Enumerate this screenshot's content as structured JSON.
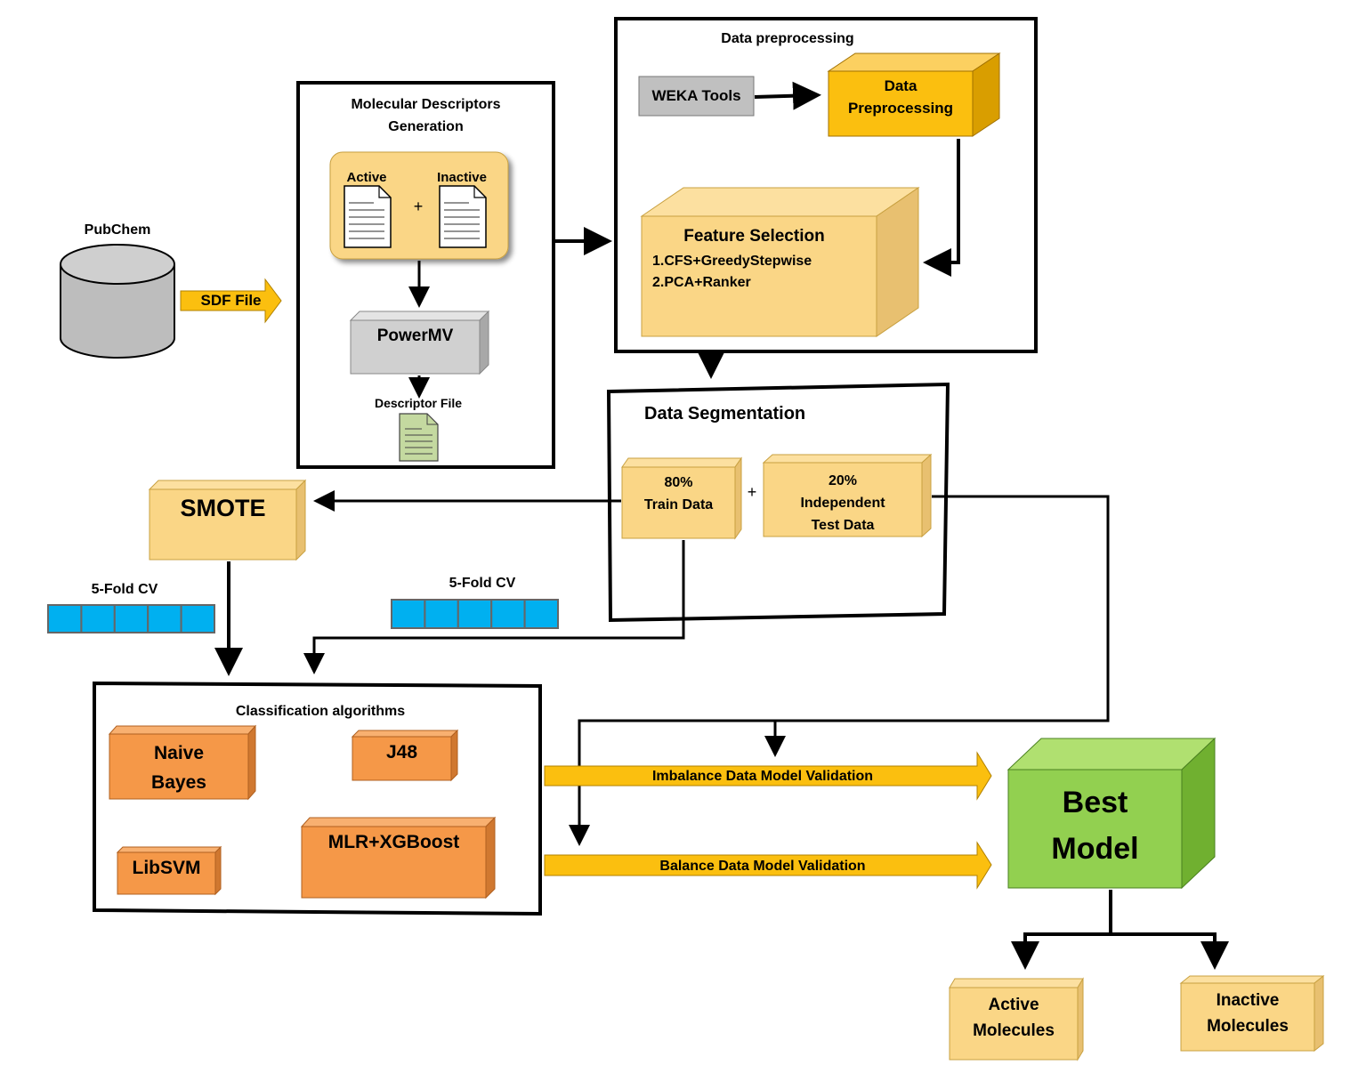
{
  "pubchem": {
    "label": "PubChem",
    "arrow_label": "SDF File"
  },
  "descriptors": {
    "title": "Molecular Descriptors\nGeneration",
    "active_label": "Active",
    "plus": "+",
    "inactive_label": "Inactive",
    "powermv_label": "PowerMV",
    "descriptor_file_label": "Descriptor File"
  },
  "preprocessing": {
    "title": "Data preprocessing",
    "weka_label": "WEKA Tools",
    "data_preprocessing_label": "Data\nPreprocessing",
    "feature_selection_title": "Feature Selection",
    "feature_selection_items": [
      "1.CFS+GreedyStepwise",
      "2.PCA+Ranker"
    ]
  },
  "segmentation": {
    "title": "Data Segmentation",
    "train_label": "80%\nTrain Data",
    "plus": "+",
    "test_label": "20%\nIndependent\nTest Data"
  },
  "smote": {
    "label": "SMOTE"
  },
  "cv": {
    "left_label": "5-Fold  CV",
    "right_label": "5-Fold  CV",
    "folds": 5
  },
  "classification": {
    "title": "Classification  algorithms",
    "naive_bayes": "Naive\nBayes",
    "j48": "J48",
    "libsvm": "LibSVM",
    "mlr_xgboost": "MLR+XGBoost"
  },
  "validation": {
    "imbalance_label": "Imbalance Data Model Validation",
    "balance_label": "Balance Data Model Validation"
  },
  "best_model": {
    "label": "Best\nModel"
  },
  "outputs": {
    "active_label": "Active\nMolecules",
    "inactive_label": "Inactive\nMolecules"
  },
  "colors": {
    "light_orange": "#fad686",
    "gold": "#fbbf0f",
    "orange": "#f59848",
    "green": "#92d050",
    "gray": "#c8c8c8",
    "cyan": "#00b0f0",
    "doc_green": "#c4d9a0"
  }
}
